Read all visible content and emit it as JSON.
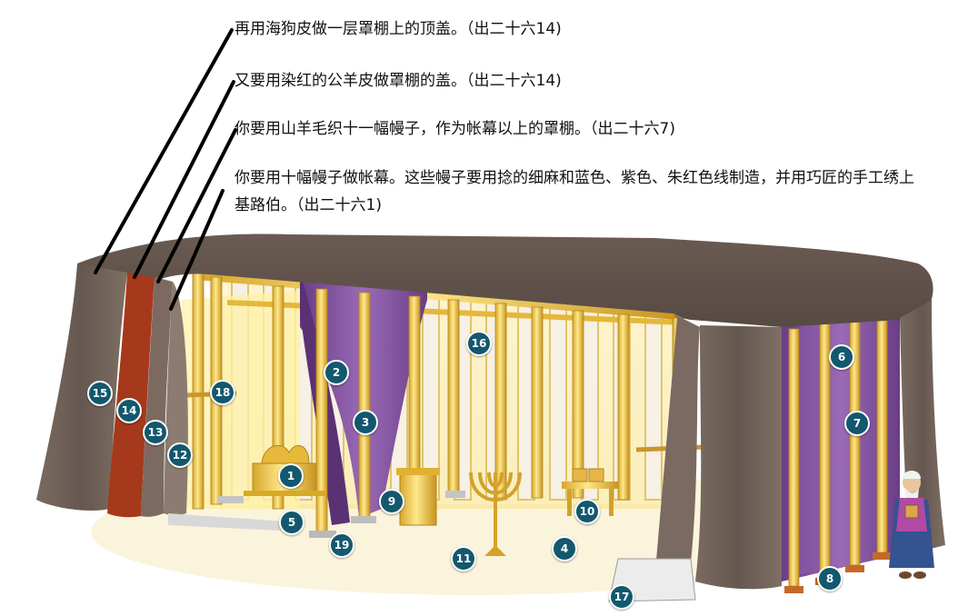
{
  "annotations": {
    "badger_skin_cover": "再用海狗皮做一层罩棚上的顶盖。（出二十六14)",
    "ram_skin_cover": "又要用染红的公羊皮做罩棚的盖。（出二十六14)",
    "goat_hair_curtains": "你要用山羊毛织十一幅幔子，作为帐幕以上的罩棚。（出二十六7)",
    "linen_curtains": "你要用十幅幔子做帐幕。这些幔子要用捻的细麻和蓝色、紫色、朱红色线制造，并用巧匠的手工绣上基路伯。（出二十六1)"
  },
  "markers": [
    "1",
    "2",
    "3",
    "4",
    "5",
    "6",
    "7",
    "8",
    "9",
    "10",
    "11",
    "12",
    "13",
    "14",
    "15",
    "16",
    "17",
    "18",
    "19"
  ],
  "colors": {
    "marker_fill": "#13586e",
    "gold": "#e9c33a",
    "outer_cover": "#6e5f57",
    "red_cover": "#a33a1c",
    "purple_veil": "#7b4a9a"
  }
}
